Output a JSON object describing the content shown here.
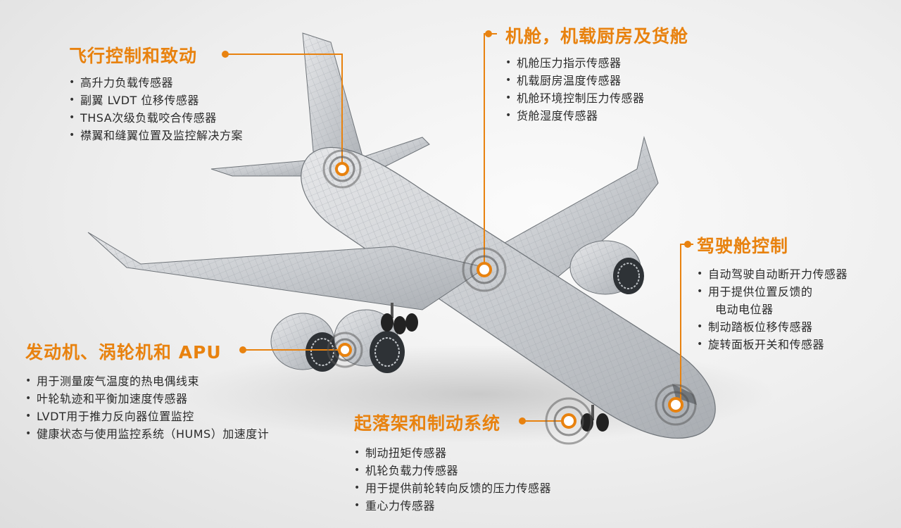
{
  "colors": {
    "accent": "#e8820f",
    "text": "#2a2a2a",
    "mesh": "#8a8f96"
  },
  "sections": [
    {
      "title": "飞行控制和致动",
      "items": [
        "高升力负载传感器",
        "副翼 LVDT 位移传感器",
        "THSA次级负载咬合传感器",
        "襟翼和缝翼位置及监控解决方案"
      ]
    },
    {
      "title": "机舱，机载厨房及货舱",
      "items": [
        "机舱压力指示传感器",
        "机载厨房温度传感器",
        "机舱环境控制压力传感器",
        "货舱湿度传感器"
      ]
    },
    {
      "title": "驾驶舱控制",
      "items": [
        "自动驾驶自动断开力传感器",
        "用于提供位置反馈的",
        "电动电位器",
        "制动踏板位移传感器",
        "旋转面板开关和传感器"
      ]
    },
    {
      "title": "发动机、涡轮机和 APU",
      "items": [
        "用于测量废气温度的热电偶线束",
        "叶轮轨迹和平衡加速度传感器",
        "LVDT用于推力反向器位置监控",
        "健康状态与使用监控系统（HUMS）加速度计"
      ]
    },
    {
      "title": "起落架和制动系统",
      "items": [
        "制动扭矩传感器",
        "机轮负载力传感器",
        "用于提供前轮转向反馈的压力传感器",
        "重心力传感器"
      ]
    }
  ]
}
